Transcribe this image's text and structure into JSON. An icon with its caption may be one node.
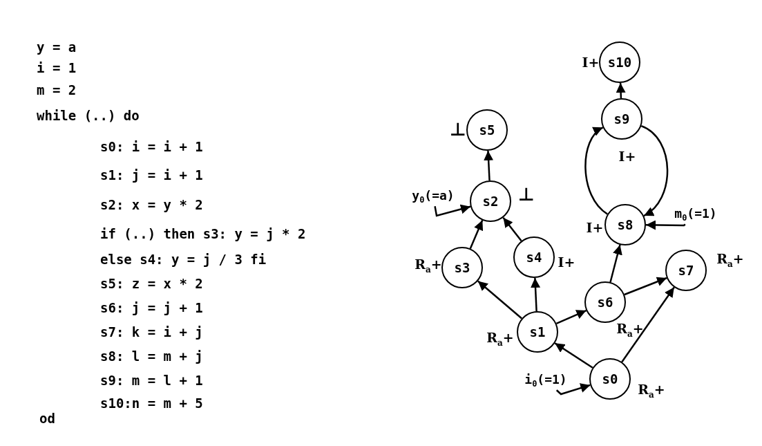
{
  "diagram": {
    "nodes": [
      {
        "text": [
          "s0"
        ],
        "beside": [
          "R$_{a}$+"
        ]
      },
      {
        "text": [
          "s1"
        ],
        "beside": [
          "R$_{a}$+"
        ]
      },
      {
        "text": [
          "s2"
        ],
        "beside": [
          "⊥"
        ]
      },
      {
        "text": [
          "s3"
        ],
        "beside": [
          "R$_{a}$+"
        ]
      },
      {
        "text": [
          "s4"
        ],
        "beside": [
          "I+"
        ]
      },
      {
        "text": [
          "s5"
        ],
        "beside": [
          "⊥"
        ]
      },
      {
        "text": [
          "s6"
        ],
        "beside": [
          "R$_{a}$+"
        ]
      },
      {
        "text": [
          "s7"
        ],
        "beside": [
          "R$_{a}$+"
        ]
      },
      {
        "text": [
          "s8"
        ],
        "beside": [
          "I+"
        ]
      },
      {
        "text": [
          "s9"
        ],
        "beside": [
          "I+"
        ]
      },
      {
        "text": [
          "s10"
        ],
        "beside": [
          "I+"
        ]
      },
      {
        "text": [
          "y$_{0}$(=a)"
        ]
      },
      {
        "text": [
          "m$_{0}$(=1)"
        ]
      },
      {
        "text": [
          "i$_{0}$(=1)"
        ]
      }
    ],
    "edges": [
      {
        "from": 0,
        "to": 1,
        "arrow": "to"
      },
      {
        "from": 0,
        "to": 7,
        "arrow": "to"
      },
      {
        "from": 1,
        "to": 3,
        "arrow": "to"
      },
      {
        "from": 1,
        "to": 4,
        "arrow": "to"
      },
      {
        "from": 1,
        "to": 6,
        "arrow": "to"
      },
      {
        "from": 6,
        "to": 7,
        "arrow": "to"
      },
      {
        "from": 6,
        "to": 8,
        "arrow": "to"
      },
      {
        "from": 3,
        "to": 2,
        "arrow": "to"
      },
      {
        "from": 4,
        "to": 2,
        "arrow": "to"
      },
      {
        "from": 2,
        "to": 5,
        "arrow": "to"
      },
      {
        "from": 8,
        "to": 9,
        "arrow": "to"
      },
      {
        "from": 9,
        "to": 8,
        "arrow": "to"
      },
      {
        "from": 9,
        "to": 10,
        "arrow": "to"
      },
      {
        "from": 11,
        "to": 2,
        "arrow": "to"
      },
      {
        "from": 12,
        "to": 8,
        "arrow": "to"
      },
      {
        "from": 13,
        "to": 0,
        "arrow": "to"
      }
    ],
    "labels": [
      "y = a",
      "i = 1",
      "m = 2",
      "while (..) do",
      "s0: i = i + 1",
      "s1: j = i + 1",
      "s2: x = y * 2",
      "if (..) then s3: y = j * 2",
      "else s4: y = j / 3 fi",
      "s5: z = x * 2",
      "s6: j = j + 1",
      "s7: k = i + j",
      "s8: l = m + j",
      "s9: m = l + 1",
      "s10:n = m + 5",
      "od"
    ]
  }
}
